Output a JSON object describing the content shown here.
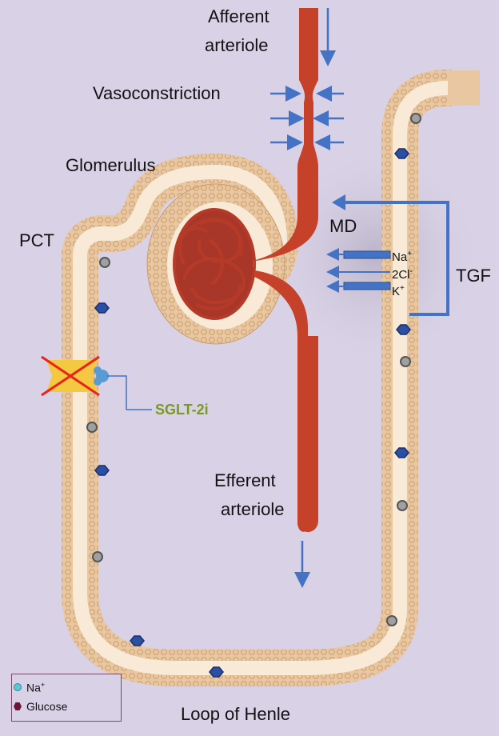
{
  "labels": {
    "afferent_line1": "Afferent",
    "afferent_line2": "arteriole",
    "vasoconstriction": "Vasoconstriction",
    "glomerulus": "Glomerulus",
    "pct": "PCT",
    "md": "MD",
    "tgf": "TGF",
    "na": "Na",
    "cl": "2Cl",
    "k": "K",
    "plus": "+",
    "minus": "-",
    "sglt2i": "SGLT-2i",
    "efferent_line1": "Efferent",
    "efferent_line2": "arteriole",
    "loop": "Loop of Henle"
  },
  "legend": {
    "na": "Na",
    "na_sup": "+",
    "glucose": "Glucose"
  },
  "colors": {
    "background": "#d9d2e6",
    "tubule_wall": "#e9c7a0",
    "tubule_lumen": "#f8ead7",
    "vessel": "#c5412a",
    "arrow": "#4472c4",
    "glucose": "#2a4fa3",
    "sodium": "#9c9c9c",
    "sglt_label": "#7a9a1e",
    "blocked_x": "#e8231a",
    "transporter": "#f5c842"
  }
}
